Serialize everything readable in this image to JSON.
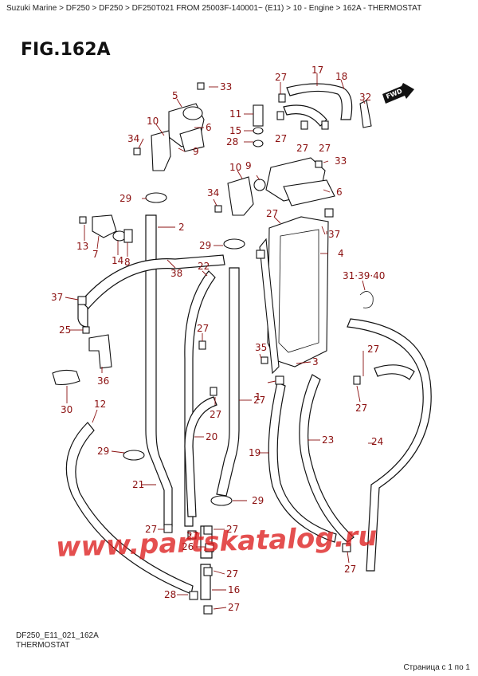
{
  "breadcrumb": "Suzuki Marine > DF250 > DF250 > DF250T021 FROM 25003F-140001~ (E11) > 10 - Engine > 162A - THERMOSTAT",
  "figure_title": "FIG.162A",
  "fwd_label": "FWD",
  "watermark": "www.partskatalog.ru",
  "footer": {
    "code": "DF250_E11_021_162A",
    "name": "THERMOSTAT"
  },
  "pager": "Страница с 1 по 1",
  "callouts": {
    "c33a": "33",
    "c5": "5",
    "c10a": "10",
    "c6a": "6",
    "c34a": "34",
    "c9a": "9",
    "c27a": "27",
    "c17": "17",
    "c18": "18",
    "c32": "32",
    "c11": "11",
    "c15": "15",
    "c28a": "28",
    "c27b": "27",
    "c27c": "27",
    "c27d": "27",
    "c33b": "33",
    "c10b": "10",
    "c9b": "9",
    "c6b": "6",
    "c29a": "29",
    "c34b": "34",
    "c2": "2",
    "c27e": "27",
    "c37a": "37",
    "c13": "13",
    "c7": "7",
    "c14": "14",
    "c8": "8",
    "c29b": "29",
    "c38": "38",
    "c4": "4",
    "c22": "22",
    "c314": "31·39·40",
    "c37b": "37",
    "c25": "25",
    "c27f": "27",
    "c35": "35",
    "c27g": "27",
    "c3": "3",
    "c27h": "27",
    "c36": "36",
    "c30": "30",
    "c12": "12",
    "c1": "1",
    "c27i": "27",
    "c27j": "27",
    "c20": "20",
    "c23": "23",
    "c24": "24",
    "c29c": "29",
    "c19": "19",
    "c21": "21",
    "c29d": "29",
    "c27k": "27",
    "c27l": "27",
    "c27m": "27",
    "c26": "26",
    "c27n": "27",
    "c27o": "27",
    "c28b": "28",
    "c16": "16",
    "c27p": "27"
  }
}
